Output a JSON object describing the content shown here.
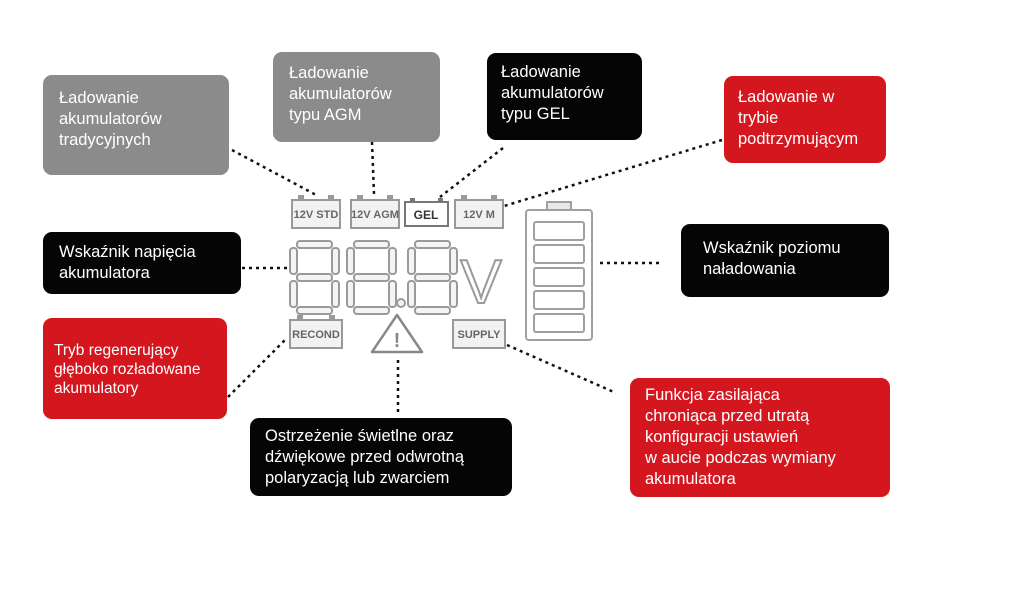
{
  "callouts": {
    "agm": "Ładowanie\nakumulatorów\ntypu AGM",
    "gel": "Ładowanie\nakumulatorów\ntypu GEL",
    "traditional": "Ładowanie\nakumulatorów\ntradycyjnych",
    "maintenance": "Ładowanie w\ntrybie\npodtrzymującym",
    "voltage": "Wskaźnik napięcia\nakumulatora",
    "level": "Wskaźnik poziomu\nnaładowania",
    "regeneration": "Tryb regenerujący\ngłęboko rozładowane\nakumulatory",
    "warning": "Ostrzeżenie świetlne oraz\ndźwiękowe przed odwrotną\npolaryzacją lub zwarciem",
    "supply": "Funkcja zasilająca\nchroniąca przed utratą\nkonfiguracji ustawień\nw aucie podczas wymiany\nakumulatora"
  },
  "lcd": {
    "std": "12V STD",
    "agm": "12V AGM",
    "gel": "GEL",
    "m": "12V M",
    "unit": "V",
    "recond": "RECOND",
    "supply": "SUPPLY",
    "warning_mark": "!"
  },
  "colors": {
    "gray": "#8b8b8b",
    "black": "#050505",
    "red": "#d4161f",
    "lcd_outline": "#999999"
  }
}
